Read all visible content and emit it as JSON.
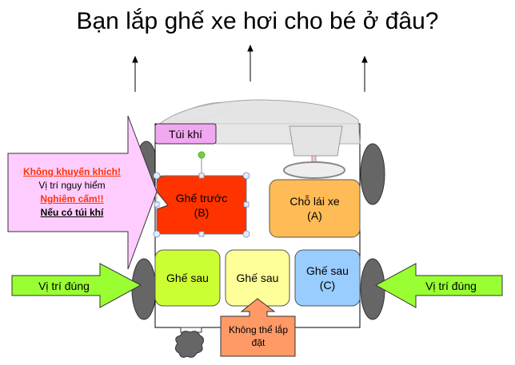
{
  "title": "Bạn lắp ghế xe hơi cho bé ở đâu?",
  "airbag": "Túi khí",
  "front_seat": {
    "line1": "Ghế trước",
    "line2": "(B)"
  },
  "driver_seat": {
    "line1": "Chỗ lái xe",
    "line2": "(A)"
  },
  "rear_left": "Ghế sau",
  "rear_middle": "Ghế sau",
  "rear_right": {
    "line1": "Ghế sau",
    "line2": "(C)"
  },
  "warning": {
    "line1": "Không khuyến khích!",
    "line2": "Vị trí nguy hiểm",
    "line3": "Nghiêm cấm!!",
    "line4": "Nếu có túi khí"
  },
  "correct_left": "Vị trí đúng",
  "correct_right": "Vị trí đúng",
  "cannot_install": "Không thể lắp đặt",
  "colors": {
    "front": "#ff3300",
    "driver": "#ffbb55",
    "rear_left": "#ccff33",
    "rear_middle": "#ffff99",
    "rear_right": "#99ccff",
    "warning": "#ffccff",
    "correct": "#99ff33",
    "cannot": "#ff9966"
  }
}
